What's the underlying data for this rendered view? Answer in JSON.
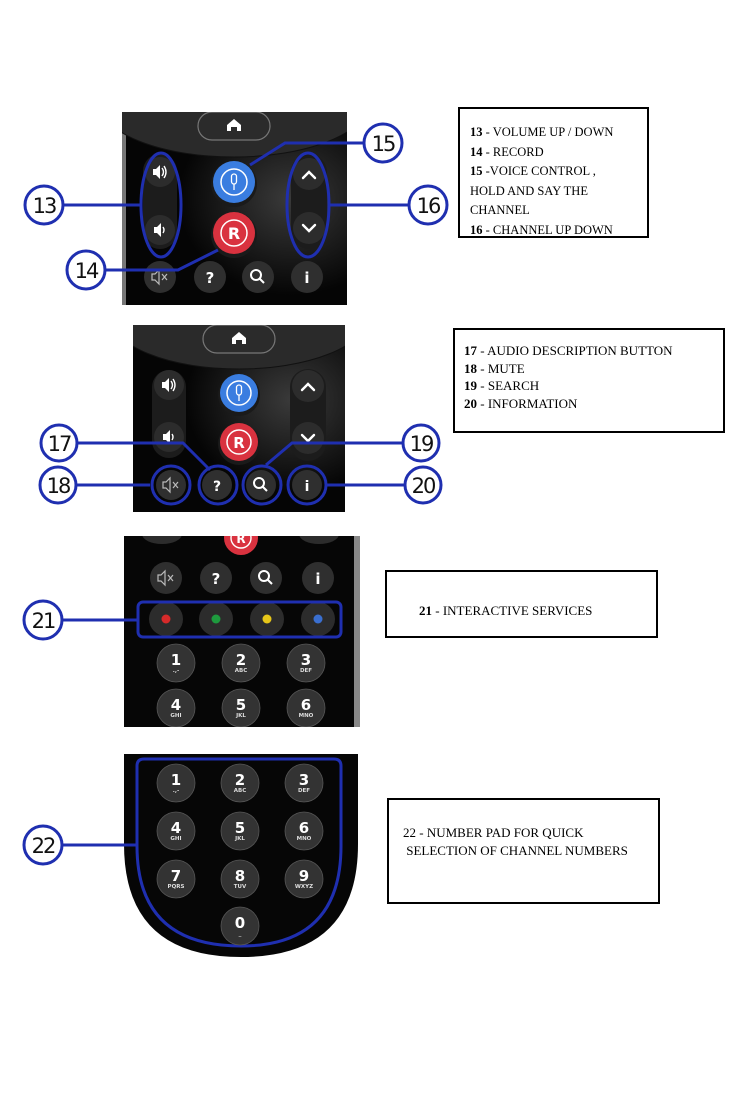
{
  "colors": {
    "callout_blue": "#1f2fb0",
    "remote_body": "#0a0a0a",
    "button_grey": "#3a3a3a",
    "voice_blue": "#3a7de0",
    "record_red": "#d9323f",
    "red_key": "#d62a2a",
    "green_key": "#1e9a3e",
    "yellow_key": "#e6c619",
    "blue_key": "#3a6fd0"
  },
  "icons": {
    "home": "home-icon",
    "volume_up": "volume-up-icon",
    "volume_down": "volume-down-icon",
    "voice": "microphone-icon",
    "record": "record-icon",
    "channel_up": "chevron-up-icon",
    "channel_down": "chevron-down-icon",
    "mute": "mute-icon",
    "audio_description": "question-mark-icon",
    "search": "search-icon",
    "info": "info-icon"
  },
  "buttons": {
    "record_glyph": "R",
    "help_glyph": "?",
    "info_glyph": "i"
  },
  "keypad": [
    {
      "digit": "1",
      "letters": ".,-"
    },
    {
      "digit": "2",
      "letters": "ABC"
    },
    {
      "digit": "3",
      "letters": "DEF"
    },
    {
      "digit": "4",
      "letters": "GHI"
    },
    {
      "digit": "5",
      "letters": "JKL"
    },
    {
      "digit": "6",
      "letters": "MNO"
    },
    {
      "digit": "7",
      "letters": "PQRS"
    },
    {
      "digit": "8",
      "letters": "TUV"
    },
    {
      "digit": "9",
      "letters": "WXYZ"
    },
    {
      "digit": "0",
      "letters": "_"
    }
  ],
  "callouts": {
    "c13": "13",
    "c14": "14",
    "c15": "15",
    "c16": "16",
    "c17": "17",
    "c18": "18",
    "c19": "19",
    "c20": "20",
    "c21": "21",
    "c22": "22"
  },
  "legends": {
    "box1": [
      {
        "num": "13",
        "sep": " - ",
        "text": "VOLUME UP / DOWN"
      },
      {
        "num": "14",
        "sep": " - ",
        "text": "RECORD"
      },
      {
        "num": "15",
        "sep": " -",
        "text": "VOICE CONTROL ,"
      },
      {
        "num": "",
        "sep": "",
        "text": "HOLD AND SAY THE CHANNEL"
      },
      {
        "num": "16",
        "sep": " - ",
        "text": "CHANNEL UP DOWN"
      }
    ],
    "box2": [
      {
        "num": "17",
        "sep": " - ",
        "text": "AUDIO DESCRIPTION BUTTON"
      },
      {
        "num": "18",
        "sep": " - ",
        "text": "MUTE"
      },
      {
        "num": "19",
        "sep": " - ",
        "text": "SEARCH"
      },
      {
        "num": "20",
        "sep": " - ",
        "text": "INFORMATION"
      }
    ],
    "box3": [
      {
        "num": "21",
        "sep": " - ",
        "text": "INTERACTIVE SERVICES"
      }
    ],
    "box4": [
      {
        "num": "",
        "sep": "",
        "text": "22 - NUMBER PAD FOR QUICK"
      },
      {
        "num": "",
        "sep": "",
        "text": " SELECTION OF CHANNEL NUMBERS"
      }
    ]
  }
}
